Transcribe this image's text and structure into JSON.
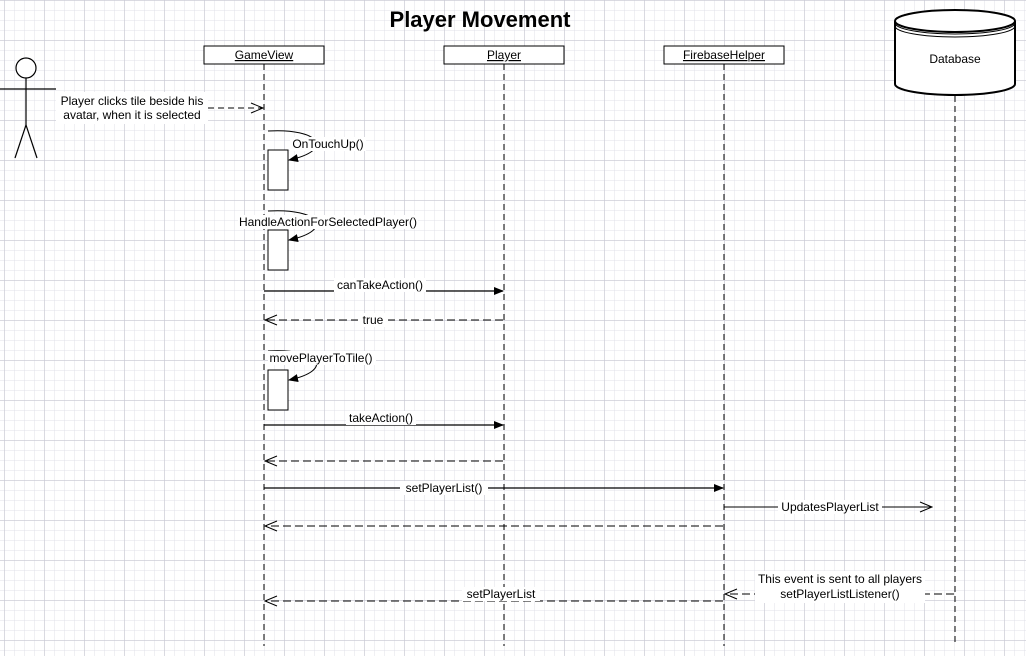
{
  "title": "Player Movement",
  "actor_note": {
    "line1": "Player clicks tile beside his",
    "line2": "avatar, when it is selected"
  },
  "participants": {
    "gameview": "GameView",
    "player": "Player",
    "firebase": "FirebaseHelper",
    "database": "Database"
  },
  "messages": {
    "on_touch_up": "OnTouchUp()",
    "handle_action": "HandleActionForSelectedPlayer()",
    "can_take_action": "canTakeAction()",
    "true_return": "true",
    "move_player": "movePlayerToTile()",
    "take_action": "takeAction()",
    "set_player_list": "setPlayerList()",
    "updates_player_list": "UpdatesPlayerList",
    "event_line1": "This event is sent to all players",
    "event_line2": "setPlayerListListener()",
    "set_player_list_return": "setPlayerList"
  },
  "colors": {
    "line": "#000000",
    "background": "#ffffff"
  }
}
